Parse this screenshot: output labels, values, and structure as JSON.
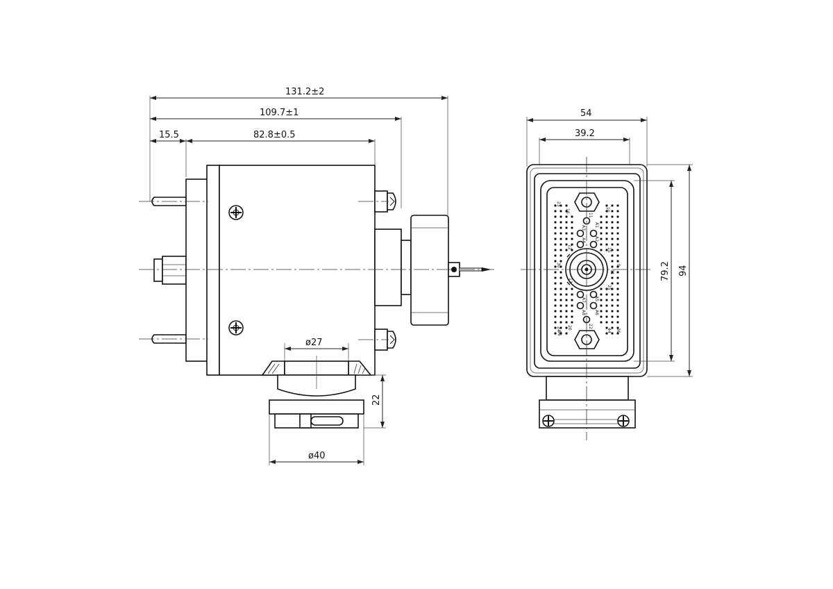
{
  "side_view": {
    "dims": {
      "overall": "131.2±2",
      "body_length": "109.7±1",
      "stud": "15.5",
      "housing": "82.8±0.5",
      "bore": "ø27",
      "flange": "ø40",
      "height": "22"
    }
  },
  "front_view": {
    "dims": {
      "width": "54",
      "inner_width": "39.2",
      "inner_height": "79.2",
      "height": "94"
    },
    "pin_labels": [
      "23",
      "16",
      "10",
      "11",
      "A1",
      "A2",
      "A3",
      "A4",
      "12",
      "15",
      "30",
      "31",
      "9",
      "13",
      "25",
      "A5",
      "A6",
      "A7",
      "A8",
      "20",
      "22",
      "24",
      "36",
      "44",
      "56"
    ]
  }
}
